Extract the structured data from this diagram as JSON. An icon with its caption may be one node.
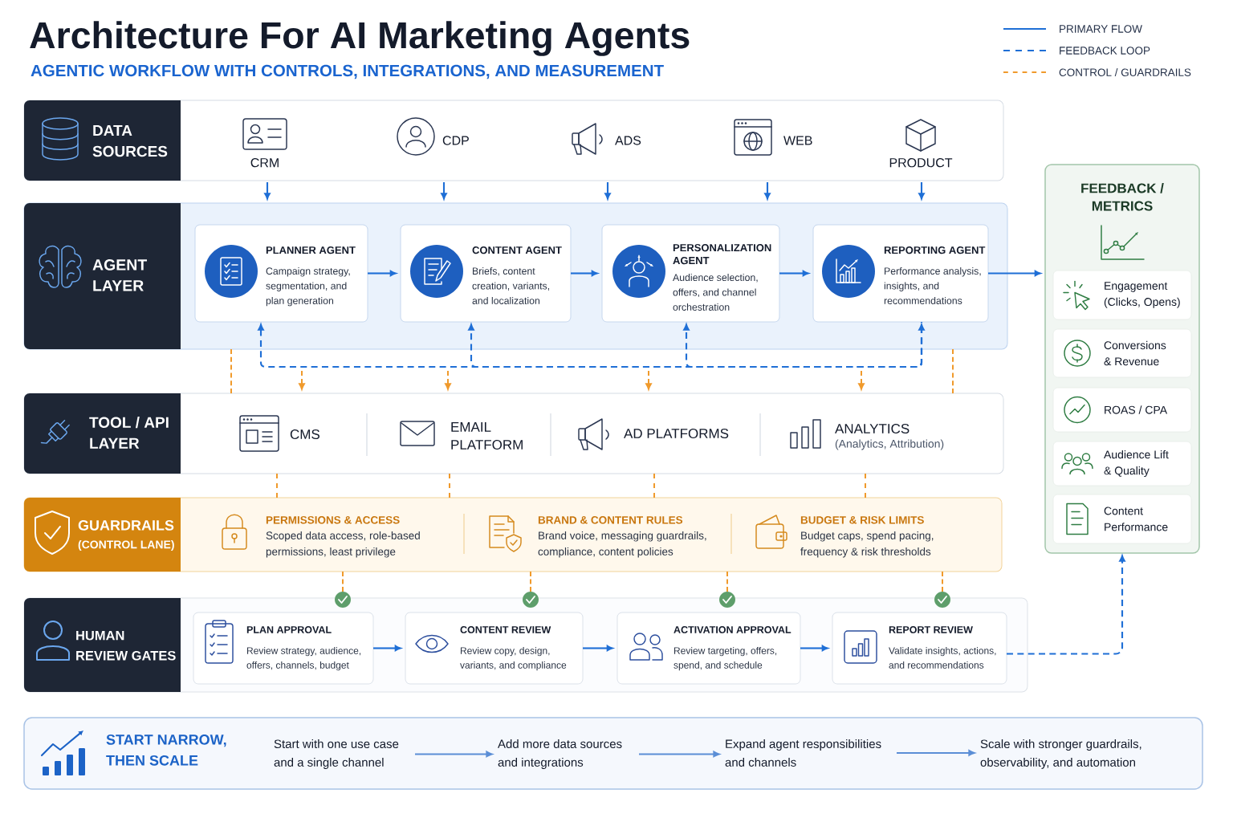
{
  "diagram": {
    "title": "Architecture For AI Marketing Agents",
    "nodes": [
      {
        "text": [
          "DATA SOURCES"
        ]
      },
      {
        "text": [
          "CRM"
        ],
        "in": 0
      },
      {
        "text": [
          "CDP"
        ],
        "in": 0
      },
      {
        "text": [
          "ADS"
        ],
        "in": 0
      },
      {
        "text": [
          "WEB"
        ],
        "in": 0
      },
      {
        "text": [
          "PRODUCT"
        ],
        "in": 0
      },
      {
        "text": [
          "AGENT LAYER"
        ]
      },
      {
        "text": [
          "PLANNER AGENT",
          "Campaign strategy, segmentation, and plan generation"
        ],
        "in": 6
      },
      {
        "text": [
          "CONTENT AGENT",
          "Briefs, content creation, variants, and localization"
        ],
        "in": 6
      },
      {
        "text": [
          "PERSONALIZATION AGENT",
          "Audience selection, offers, and channel orchestration"
        ],
        "in": 6
      },
      {
        "text": [
          "REPORTING AGENT",
          "Performance analysis, insights, and recommendations"
        ],
        "in": 6
      },
      {
        "text": [
          "FEEDBACK / METRICS"
        ]
      },
      {
        "text": [
          "Engagement (Clicks, Opens)"
        ],
        "in": 11
      },
      {
        "text": [
          "Conversions & Revenue"
        ],
        "in": 11
      },
      {
        "text": [
          "ROAS / CPA"
        ],
        "in": 11
      },
      {
        "text": [
          "Audience Lift & Quality"
        ],
        "in": 11
      },
      {
        "text": [
          "Content Performance"
        ],
        "in": 11
      },
      {
        "text": [
          "TOOL / API LAYER"
        ]
      },
      {
        "text": [
          "CMS"
        ],
        "in": 17
      },
      {
        "text": [
          "EMAIL PLATFORM"
        ],
        "in": 17
      },
      {
        "text": [
          "AD PLATFORMS"
        ],
        "in": 17
      },
      {
        "text": [
          "ANALYTICS",
          "(Analytics, Attribution)"
        ],
        "in": 17
      },
      {
        "text": [
          "GUARDRAILS",
          "(CONTROL LANE)"
        ]
      },
      {
        "text": [
          "PERMISSIONS & ACCESS",
          "Scoped data access, role-based permissions, least privilege"
        ],
        "in": 22
      },
      {
        "text": [
          "BRAND & CONTENT RULES",
          "Brand voice, messaging guardrails, compliance, content policies"
        ],
        "in": 22
      },
      {
        "text": [
          "BUDGET & RISK LIMITS",
          "Budget caps, spend pacing, frequency & risk thresholds"
        ],
        "in": 22
      },
      {
        "text": [
          "HUMAN REVIEW GATES"
        ]
      },
      {
        "text": [
          "PLAN APPROVAL",
          "Review strategy, audience, offers, channels, budget"
        ],
        "in": 26
      },
      {
        "text": [
          "CONTENT REVIEW",
          "Review copy, design, variants, and compliance"
        ],
        "in": 26
      },
      {
        "text": [
          "ACTIVATION APPROVAL",
          "Review targeting, offers, spend, and schedule"
        ],
        "in": 26
      },
      {
        "text": [
          "REPORT REVIEW",
          "Validate insights, actions, and recommendations"
        ],
        "in": 26
      },
      {
        "text": [
          "START NARROW, THEN SCALE"
        ]
      },
      {
        "text": [
          "Start with one use case and a single channel"
        ],
        "in": 31
      },
      {
        "text": [
          "Add more data sources and integrations"
        ],
        "in": 31
      },
      {
        "text": [
          "Expand agent responsibilities and channels"
        ],
        "in": 31
      },
      {
        "text": [
          "Scale with stronger guardrails, observability, and automation"
        ],
        "in": 31
      },
      {
        "text": [],
        "shape": "circle"
      },
      {
        "text": [],
        "shape": "circle"
      },
      {
        "text": [],
        "shape": "circle"
      },
      {
        "text": [],
        "shape": "circle"
      }
    ],
    "edges": [
      {
        "from": 0,
        "to": 6,
        "arrow": "to"
      },
      {
        "from": 0,
        "to": 6,
        "arrow": "to"
      },
      {
        "from": 0,
        "to": 6,
        "arrow": "to"
      },
      {
        "from": 0,
        "to": 6,
        "arrow": "to"
      },
      {
        "from": 0,
        "to": 6,
        "arrow": "to"
      },
      {
        "from": 7,
        "to": 8,
        "arrow": "to"
      },
      {
        "from": 8,
        "to": 9,
        "arrow": "to"
      },
      {
        "from": 9,
        "to": 10,
        "arrow": "to"
      },
      {
        "from": 10,
        "to": 11,
        "arrow": "to"
      },
      {
        "from": 7,
        "to": 10,
        "arrow": "both",
        "style": "dashed"
      },
      {
        "from": 10,
        "to": 8,
        "arrow": "to",
        "style": "dashed"
      },
      {
        "from": 10,
        "to": 9,
        "arrow": "to",
        "style": "dashed"
      },
      {
        "from": 6,
        "to": 17,
        "arrow": "none",
        "style": "dashed",
        "color": "#f09a2c"
      },
      {
        "from": null,
        "to": 17,
        "arrow": "to",
        "style": "dashed",
        "color": "#f09a2c"
      },
      {
        "from": null,
        "to": 17,
        "arrow": "to",
        "style": "dashed",
        "color": "#f09a2c"
      },
      {
        "from": null,
        "to": 17,
        "arrow": "to",
        "style": "dashed",
        "color": "#f09a2c"
      },
      {
        "from": null,
        "to": 17,
        "arrow": "to",
        "style": "dashed",
        "color": "#f09a2c"
      },
      {
        "from": 6,
        "to": 17,
        "arrow": "none",
        "style": "dashed",
        "color": "#f09a2c"
      },
      {
        "from": 17,
        "to": 22,
        "arrow": "none",
        "style": "dashed",
        "color": "#f09a2c"
      },
      {
        "from": 17,
        "to": 22,
        "arrow": "none",
        "style": "dashed",
        "color": "#f09a2c"
      },
      {
        "from": 17,
        "to": 22,
        "arrow": "none",
        "style": "dashed",
        "color": "#f09a2c"
      },
      {
        "from": 17,
        "to": 22,
        "arrow": "none",
        "style": "dashed",
        "color": "#f09a2c"
      },
      {
        "from": 22,
        "to": 36,
        "arrow": "none",
        "style": "dashed",
        "color": "#f09a2c"
      },
      {
        "from": 22,
        "to": 37,
        "arrow": "none",
        "style": "dashed",
        "color": "#f09a2c"
      },
      {
        "from": 22,
        "to": 38,
        "arrow": "none",
        "style": "dashed",
        "color": "#f09a2c"
      },
      {
        "from": 22,
        "to": 39,
        "arrow": "none",
        "style": "dashed",
        "color": "#f09a2c"
      },
      {
        "from": 27,
        "to": 28,
        "arrow": "to"
      },
      {
        "from": 28,
        "to": 29,
        "arrow": "to"
      },
      {
        "from": 29,
        "to": 30,
        "arrow": "to"
      },
      {
        "from": 30,
        "to": 11,
        "arrow": "to",
        "style": "dashed"
      },
      {
        "from": 32,
        "to": 33,
        "arrow": "to",
        "color": "#5b8ed6"
      },
      {
        "from": 33,
        "to": 34,
        "arrow": "to",
        "color": "#5b8ed6"
      },
      {
        "from": 34,
        "to": 35,
        "arrow": "to",
        "color": "#5b8ed6"
      }
    ],
    "labels": [
      "AGENTIC WORKFLOW WITH CONTROLS, INTEGRATIONS, AND MEASUREMENT"
    ],
    "legend": [
      {
        "text": "PRIMARY FLOW"
      },
      {
        "text": "FEEDBACK LOOP"
      },
      {
        "text": "CONTROL / GUARDRAILS"
      }
    ]
  }
}
